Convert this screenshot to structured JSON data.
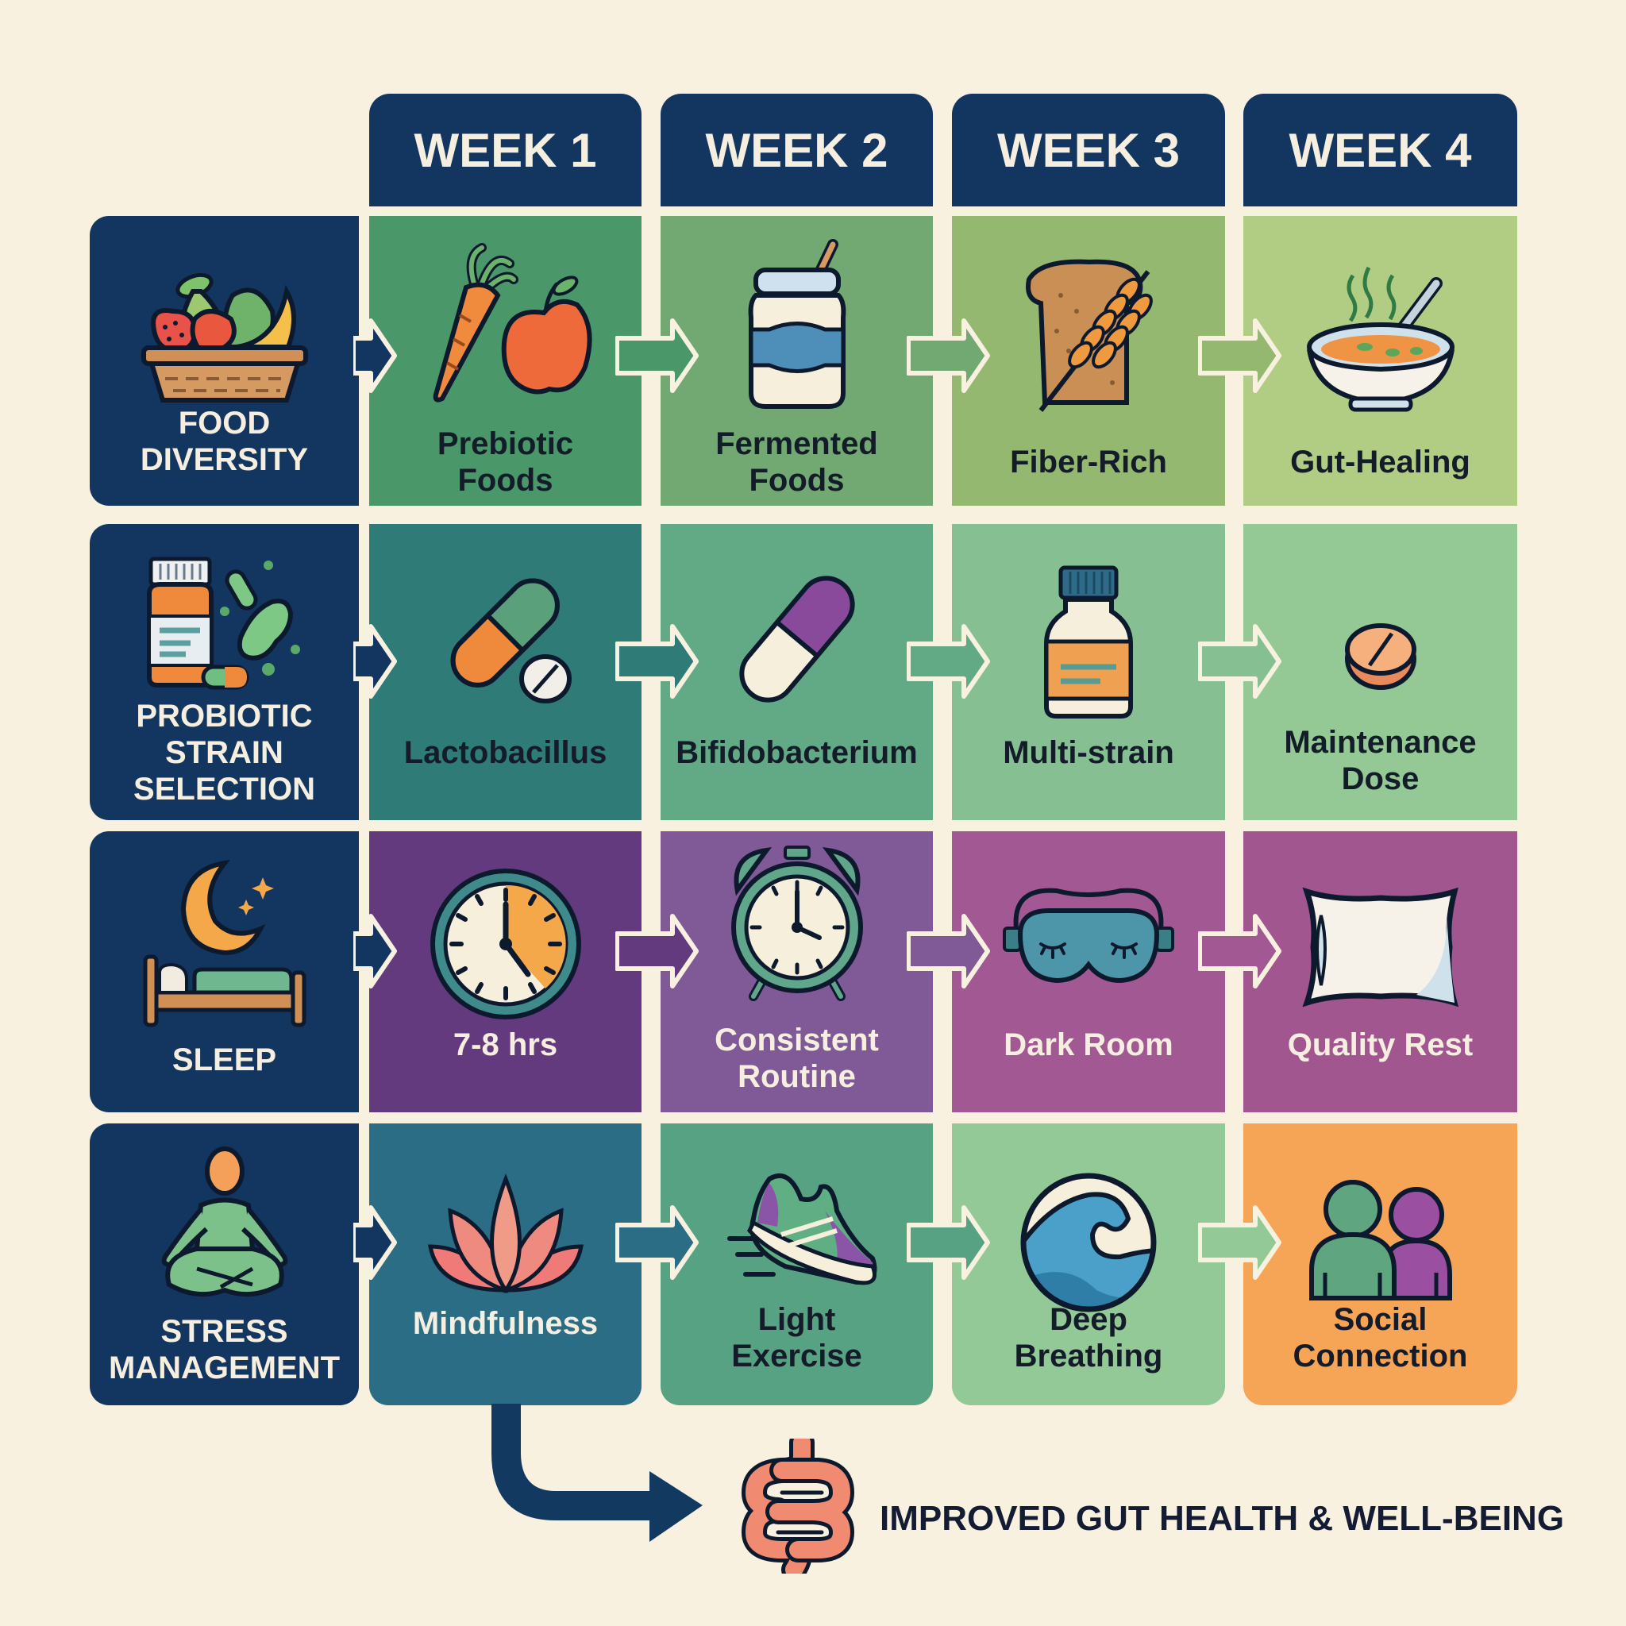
{
  "weeks": [
    "WEEK 1",
    "WEEK 2",
    "WEEK 3",
    "WEEK 4"
  ],
  "rows": [
    {
      "label": [
        "FOOD",
        "DIVERSITY"
      ],
      "icon": "fruit-basket-icon",
      "cells": [
        {
          "label": [
            "Prebiotic",
            "Foods"
          ],
          "icon": "carrot-apple-icon",
          "color": "#4a976a",
          "text_color": "#141c2a"
        },
        {
          "label": [
            "Fermented",
            "Foods"
          ],
          "icon": "yogurt-jar-icon",
          "color": "#72a872",
          "text_color": "#141c2a"
        },
        {
          "label": [
            "Fiber-Rich"
          ],
          "icon": "bread-wheat-icon",
          "color": "#94b870",
          "text_color": "#141c2a"
        },
        {
          "label": [
            "Gut-Healing"
          ],
          "icon": "soup-bowl-icon",
          "color": "#b1cd83",
          "text_color": "#141c2a"
        }
      ]
    },
    {
      "label": [
        "PROBIOTIC",
        "STRAIN",
        "SELECTION"
      ],
      "icon": "probiotic-bottle-bacteria-icon",
      "cells": [
        {
          "label": [
            "Lactobacillus"
          ],
          "icon": "capsule-pill-icon",
          "color": "#2e7b78",
          "text_color": "#141c2a"
        },
        {
          "label": [
            "Bifidobacterium"
          ],
          "icon": "purple-capsule-icon",
          "color": "#62a985",
          "text_color": "#141c2a"
        },
        {
          "label": [
            "Multi-strain"
          ],
          "icon": "supplement-bottle-icon",
          "color": "#86c092",
          "text_color": "#141c2a"
        },
        {
          "label": [
            "Maintenance",
            "Dose"
          ],
          "icon": "tablet-icon",
          "color": "#94c996",
          "text_color": "#141c2a"
        }
      ]
    },
    {
      "label": [
        "SLEEP"
      ],
      "icon": "moon-bed-icon",
      "cells": [
        {
          "label": [
            "7-8 hrs"
          ],
          "icon": "clock-icon",
          "color": "#633a7e",
          "text_color": "#f6efdf"
        },
        {
          "label": [
            "Consistent",
            "Routine"
          ],
          "icon": "alarm-clock-icon",
          "color": "#7f5a96",
          "text_color": "#f6efdf"
        },
        {
          "label": [
            "Dark Room"
          ],
          "icon": "sleep-mask-icon",
          "color": "#a15893",
          "text_color": "#f6efdf"
        },
        {
          "label": [
            "Quality Rest"
          ],
          "icon": "pillow-icon",
          "color": "#a15690",
          "text_color": "#f6efdf"
        }
      ]
    },
    {
      "label": [
        "STRESS",
        "MANAGEMENT"
      ],
      "icon": "meditation-person-icon",
      "cells": [
        {
          "label": [
            "Mindfulness"
          ],
          "icon": "lotus-icon",
          "color": "#2a6d85",
          "text_color": "#f6efdf"
        },
        {
          "label": [
            "Light",
            "Exercise"
          ],
          "icon": "running-shoe-icon",
          "color": "#57a283",
          "text_color": "#141c2a"
        },
        {
          "label": [
            "Deep",
            "Breathing"
          ],
          "icon": "wave-icon",
          "color": "#93c996",
          "text_color": "#141c2a"
        },
        {
          "label": [
            "Social",
            "Connection"
          ],
          "icon": "two-people-icon",
          "color": "#f6a455",
          "text_color": "#141c2a"
        }
      ]
    }
  ],
  "outcome": {
    "text": "IMPROVED GUT HEALTH & WELL-BEING",
    "icon": "intestine-icon"
  },
  "colors": {
    "background": "#f8f1e0",
    "navy": "#12365f",
    "cream_text": "#f6efdf",
    "dark_text": "#141c2a",
    "intestine": "#f08a70"
  }
}
